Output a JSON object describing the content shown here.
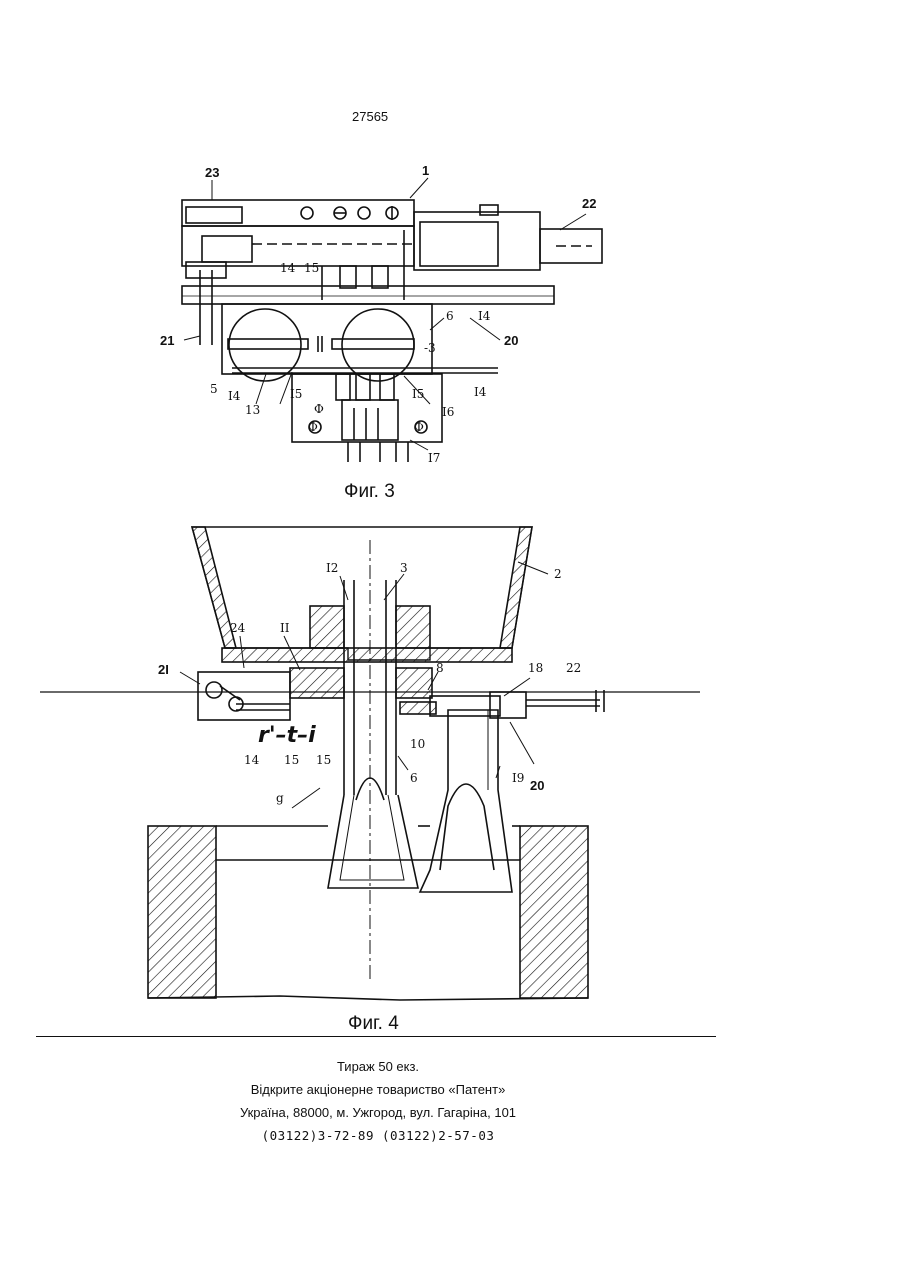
{
  "page_number": "27565",
  "figures": {
    "fig3": {
      "caption": "Фиг. 3",
      "labels": [
        "23",
        "1",
        "22",
        "14",
        "15",
        "6",
        "I4",
        "20",
        "21",
        "-3",
        "5",
        "I4",
        "13",
        "I5",
        "I5",
        "I6",
        "I4",
        "I7",
        "Φ",
        "Φ",
        "Φ"
      ]
    },
    "fig4": {
      "caption": "Фиг. 4",
      "artifact_text": "r'–t–i",
      "labels": [
        "I2",
        "3",
        "2",
        "24",
        "II",
        "2I",
        "8",
        "18",
        "22",
        "10",
        "20",
        "6",
        "I9",
        "14",
        "15",
        "15",
        "g"
      ]
    }
  },
  "footer": {
    "circulation": "Тираж 50 екз.",
    "publisher": "Відкрите акціонерне товариство «Патент»",
    "address": "Україна, 88000, м. Ужгород, вул. Гагаріна, 101",
    "phones": "(03122)3-72-89  (03122)2-57-03"
  }
}
